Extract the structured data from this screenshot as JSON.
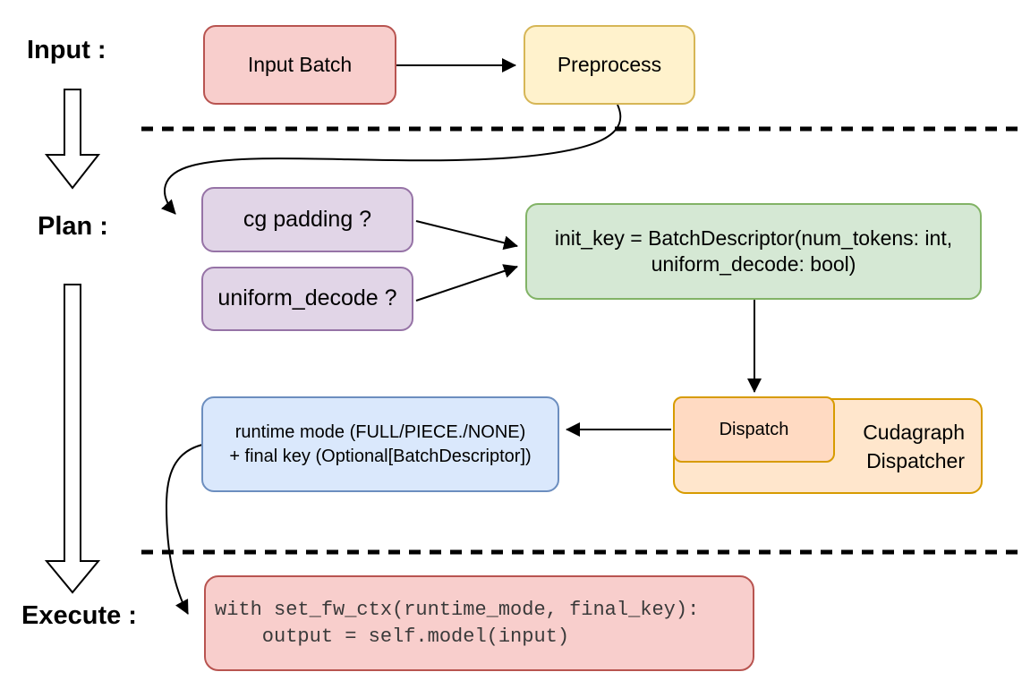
{
  "phases": {
    "input": "Input :",
    "plan": "Plan :",
    "execute": "Execute :"
  },
  "nodes": {
    "input_batch": {
      "label": "Input Batch",
      "fill": "#F8CECC",
      "border": "#B85450"
    },
    "preprocess": {
      "label": "Preprocess",
      "fill": "#FFF2CC",
      "border": "#D6B656"
    },
    "cg_padding": {
      "label": "cg padding ?",
      "fill": "#E1D5E7",
      "border": "#9673A6"
    },
    "uniform_decode": {
      "label": "uniform_decode ?",
      "fill": "#E1D5E7",
      "border": "#9673A6"
    },
    "init_key": {
      "line1": "init_key = BatchDescriptor(num_tokens: int,",
      "line2": "uniform_decode: bool)",
      "fill": "#D5E8D4",
      "border": "#82B366"
    },
    "cudagraph_dispatcher": {
      "line1": "Cudagraph",
      "line2": "Dispatcher",
      "fill": "#FFE6CC",
      "border": "#D79B00"
    },
    "dispatch": {
      "label": "Dispatch",
      "fill": "#FFDAC2",
      "border": "#D79B00"
    },
    "runtime_result": {
      "line1": "runtime mode (FULL/PIECE./NONE)",
      "line2": "+ final key (Optional[BatchDescriptor])",
      "fill": "#DAE8FC",
      "border": "#6C8EBF"
    },
    "execute_code": {
      "line1": "with set_fw_ctx(runtime_mode, final_key):",
      "line2": "    output = self.model(input)",
      "fill": "#F8CECC",
      "border": "#B85450",
      "text_color": "#3A3A3A"
    }
  },
  "colors": {
    "connector": "#000000",
    "divider": "#000000",
    "background": "#FFFFFF"
  }
}
